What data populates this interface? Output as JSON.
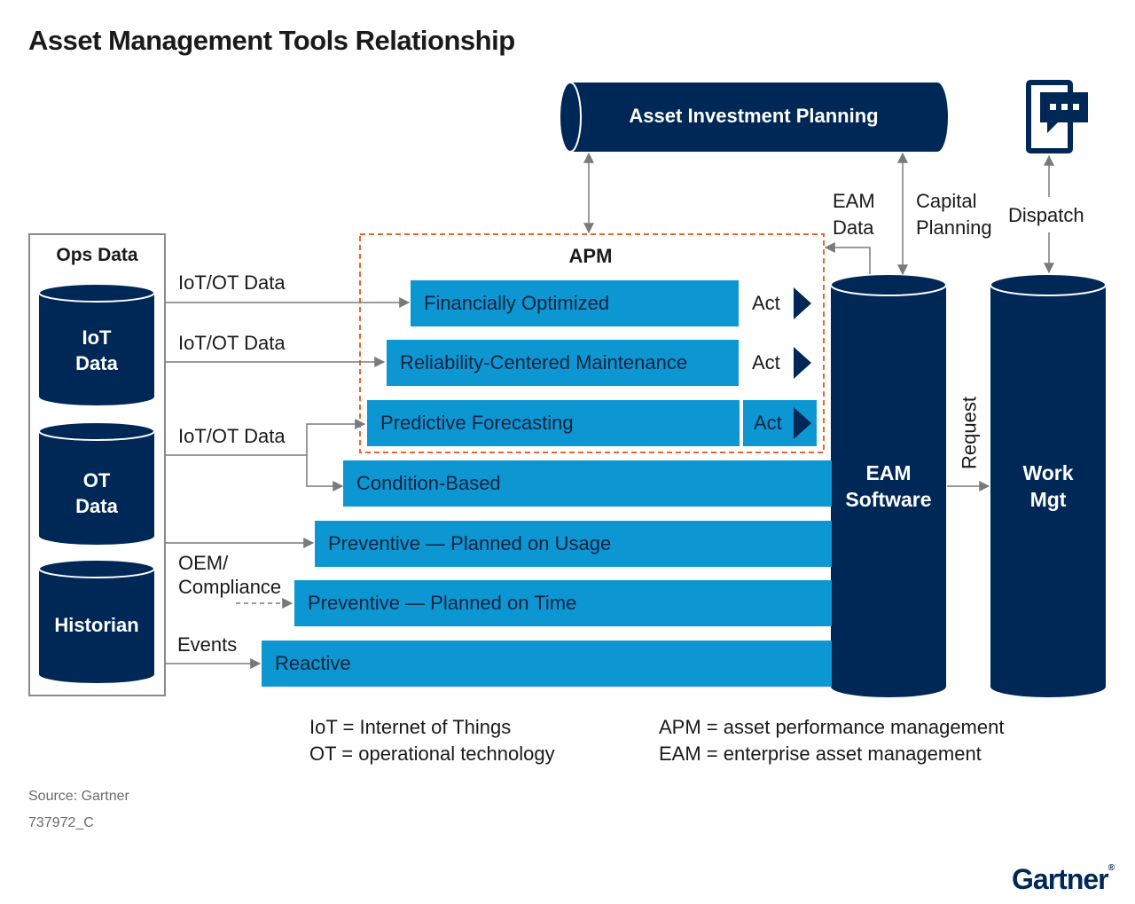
{
  "title": "Asset Management Tools Relationship",
  "colors": {
    "navy": "#002856",
    "bar_blue": "#0c96d2",
    "apm_border": "#e8692a",
    "line_gray": "#7a7a7a"
  },
  "ops": {
    "label": "Ops Data",
    "stores": [
      {
        "line1": "IoT",
        "line2": "Data"
      },
      {
        "line1": "OT",
        "line2": "Data"
      },
      {
        "line1": "Historian",
        "line2": ""
      }
    ]
  },
  "aip": {
    "label": "Asset Investment Planning"
  },
  "apm": {
    "label": "APM"
  },
  "bars": [
    {
      "label": "Financially Optimized",
      "act": "Act"
    },
    {
      "label": "Reliability-Centered Maintenance",
      "act": "Act"
    },
    {
      "label": "Predictive Forecasting",
      "act": "Act"
    },
    {
      "label": "Condition-Based"
    },
    {
      "label": "Preventive — Planned on Usage"
    },
    {
      "label": "Preventive — Planned on Time"
    },
    {
      "label": "Reactive"
    }
  ],
  "inputs": {
    "iot1": "IoT/OT Data",
    "iot2": "IoT/OT Data",
    "iot3": "IoT/OT Data",
    "oem_line1": "OEM/",
    "oem_line2": "Compliance",
    "events": "Events"
  },
  "eam": {
    "line1": "EAM",
    "line2": "Software"
  },
  "work": {
    "line1": "Work",
    "line2": "Mgt"
  },
  "flows": {
    "eam_data_line1": "EAM",
    "eam_data_line2": "Data",
    "capital_line1": "Capital",
    "capital_line2": "Planning",
    "dispatch": "Dispatch",
    "request": "Request"
  },
  "icons": {
    "mobile": "mobile-chat-icon"
  },
  "legend": {
    "iot": "IoT = Internet of Things",
    "ot": "OT = operational technology",
    "apm": "APM = asset performance management",
    "eam": "EAM = enterprise asset management"
  },
  "source": "Source: Gartner",
  "code": "737972_C",
  "brand": "Gartner"
}
